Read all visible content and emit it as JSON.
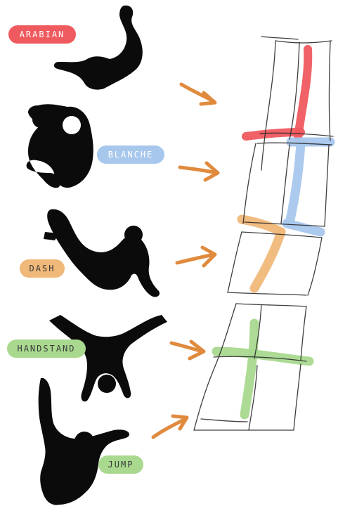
{
  "labels": {
    "arabian": "ARABIAN",
    "blanche": "BLANCHE",
    "dash": "DASH",
    "handstand": "HANDSTAND",
    "jump": "JUMP"
  },
  "colors": {
    "arabian": "#ef5a5f",
    "blanche": "#a8c7ec",
    "dash": "#f0b879",
    "handstand": "#a9d98f",
    "jump": "#a9d98f",
    "arrow": "#e08a3d",
    "silhouette": "#0b0b0b",
    "sketch": "#2a2a2a"
  },
  "icons": [
    "arabian-figure-icon",
    "blanche-figure-icon",
    "dash-figure-icon",
    "handstand-figure-icon",
    "jump-figure-icon",
    "arrow-icon",
    "grid-sketch-icon"
  ]
}
